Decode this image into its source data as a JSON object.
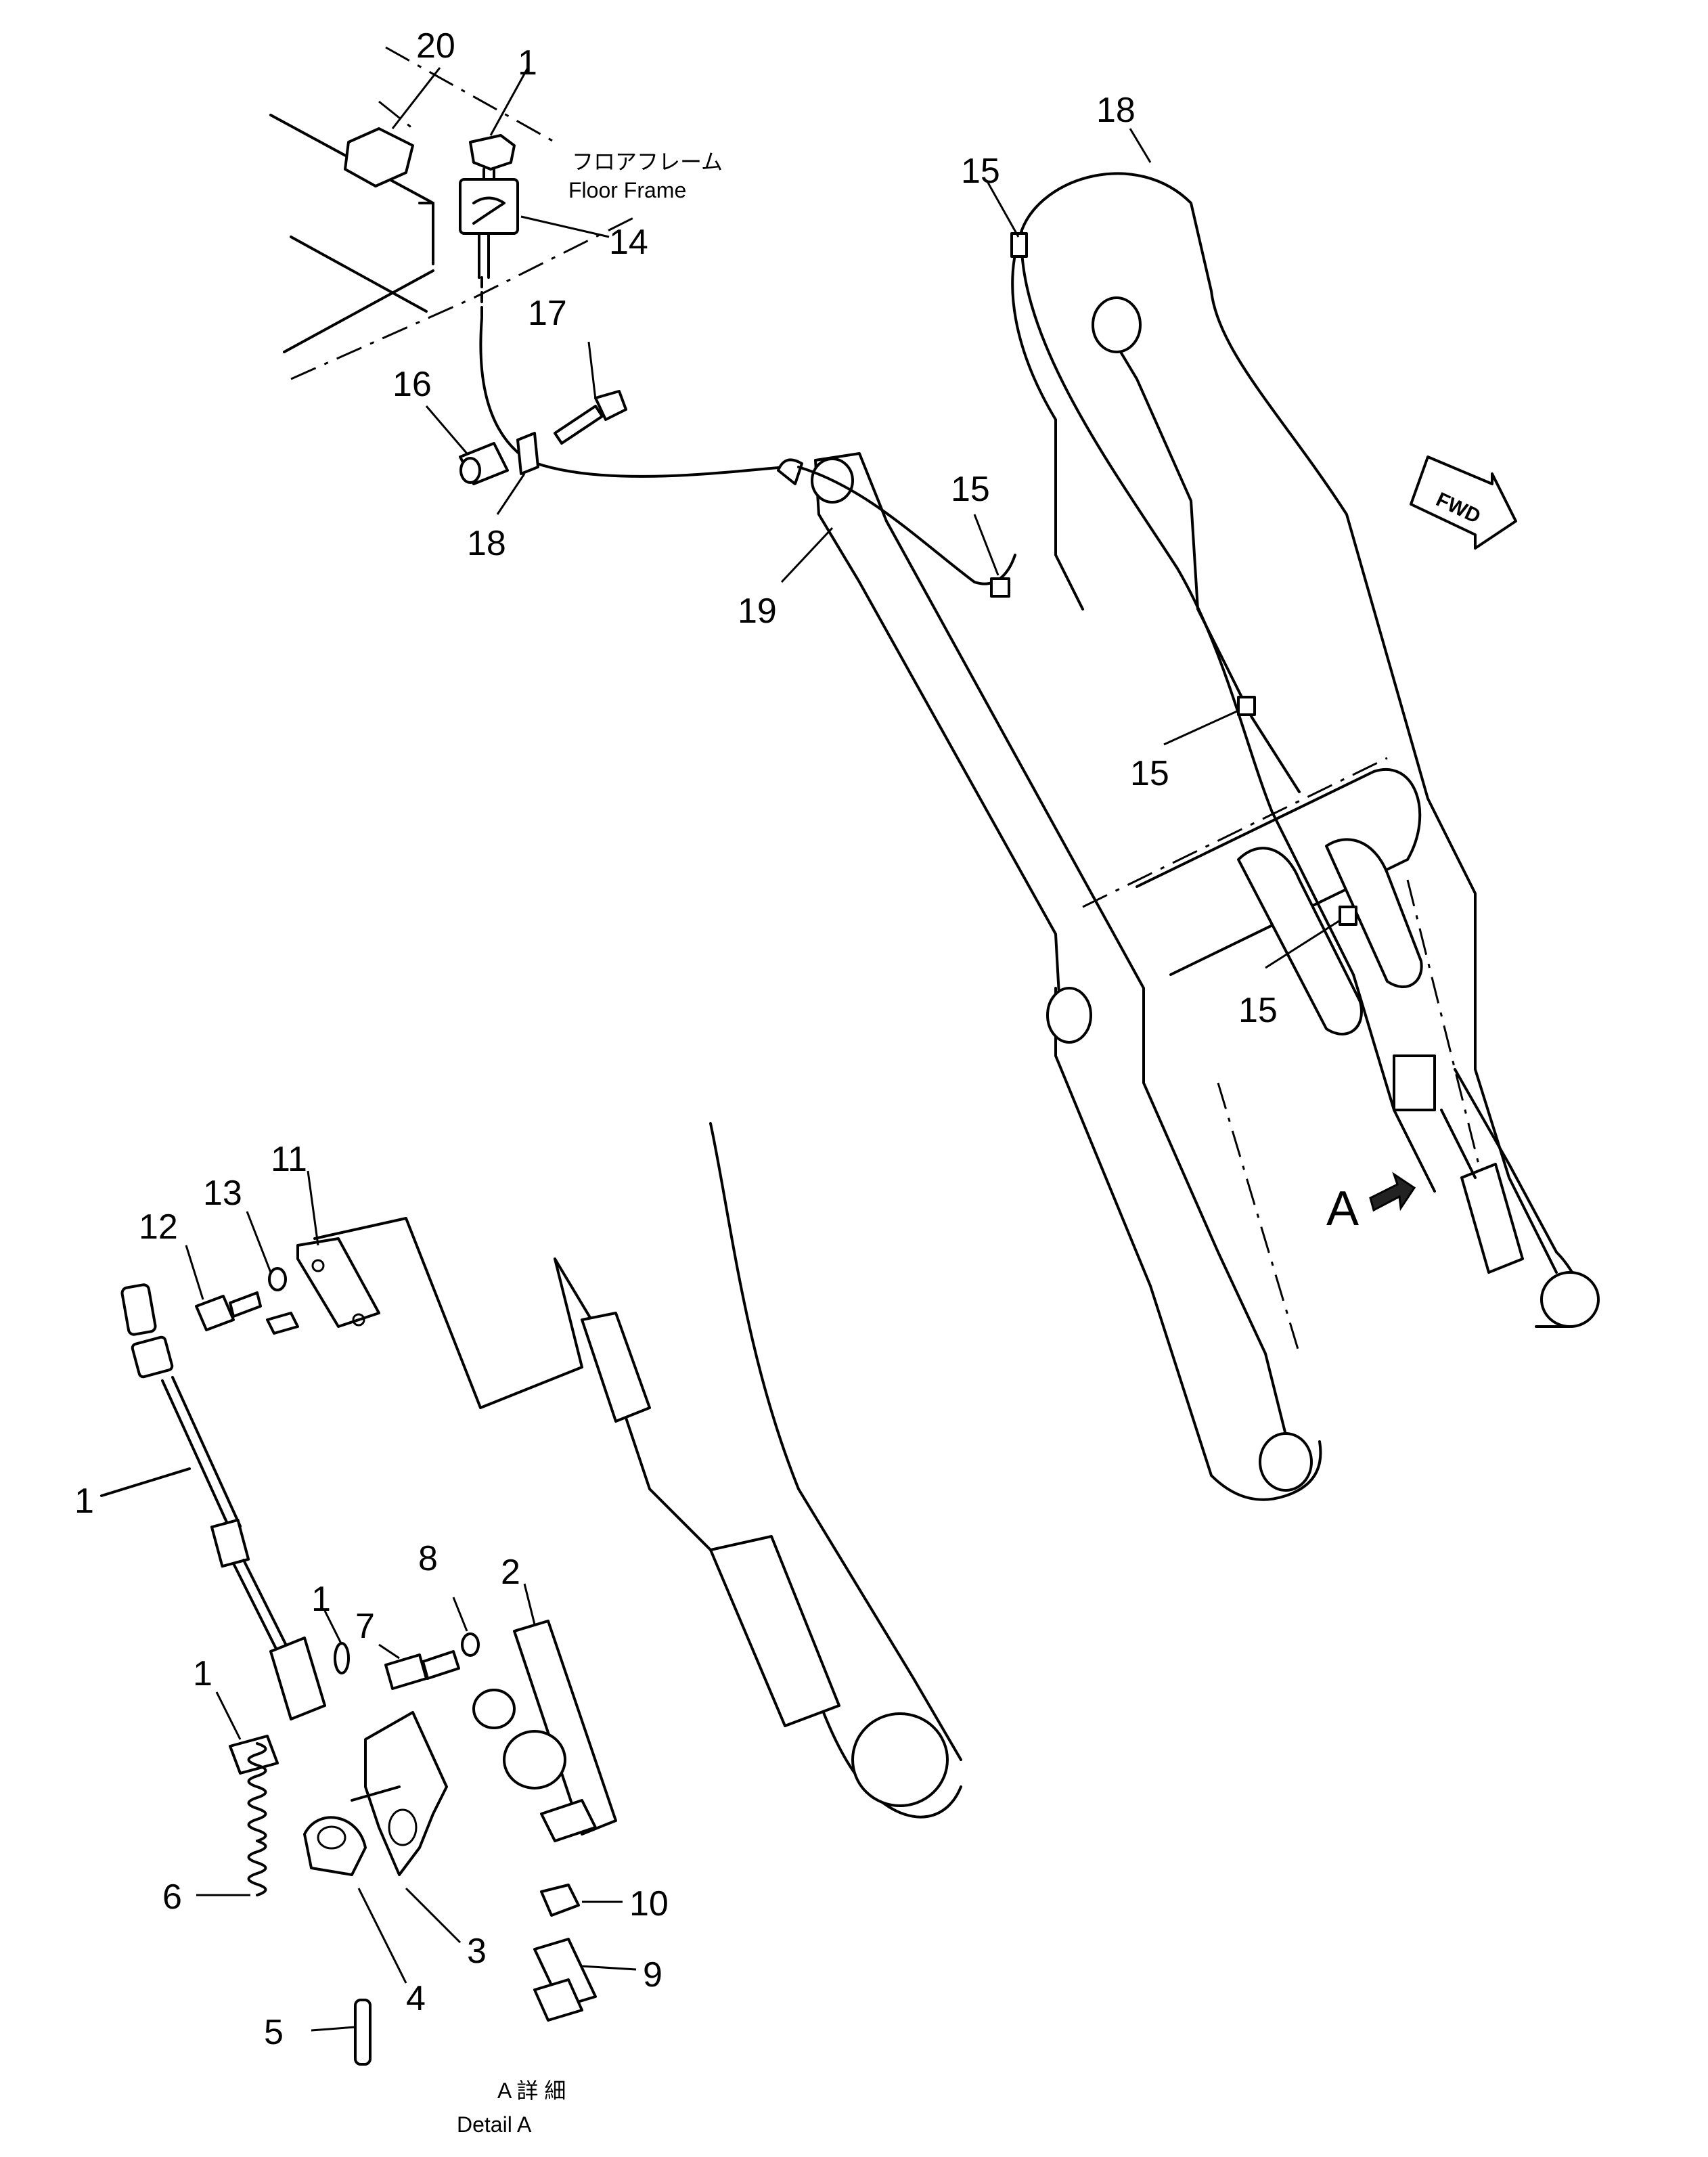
{
  "labels": {
    "floor_frame_jp": "フロアフレーム",
    "floor_frame_en": "Floor Frame",
    "fwd": "FWD",
    "view_a": "A",
    "detail_jp": "A 詳 細",
    "detail_en": "Detail A"
  },
  "callouts": {
    "c20": "20",
    "c1_top": "1",
    "c14": "14",
    "c17": "17",
    "c16": "16",
    "c18_left": "18",
    "c19": "19",
    "c15_upper": "15",
    "c15_mid": "15",
    "c15_right": "15",
    "c15_low": "15",
    "c18_top": "18",
    "c11": "11",
    "c13": "13",
    "c12": "12",
    "c1_cable": "1",
    "c1_small": "1",
    "c7": "7",
    "c8": "8",
    "c2": "2",
    "c1_pin": "1",
    "c6": "6",
    "c4": "4",
    "c3": "3",
    "c5": "5",
    "c10": "10",
    "c9": "9"
  }
}
